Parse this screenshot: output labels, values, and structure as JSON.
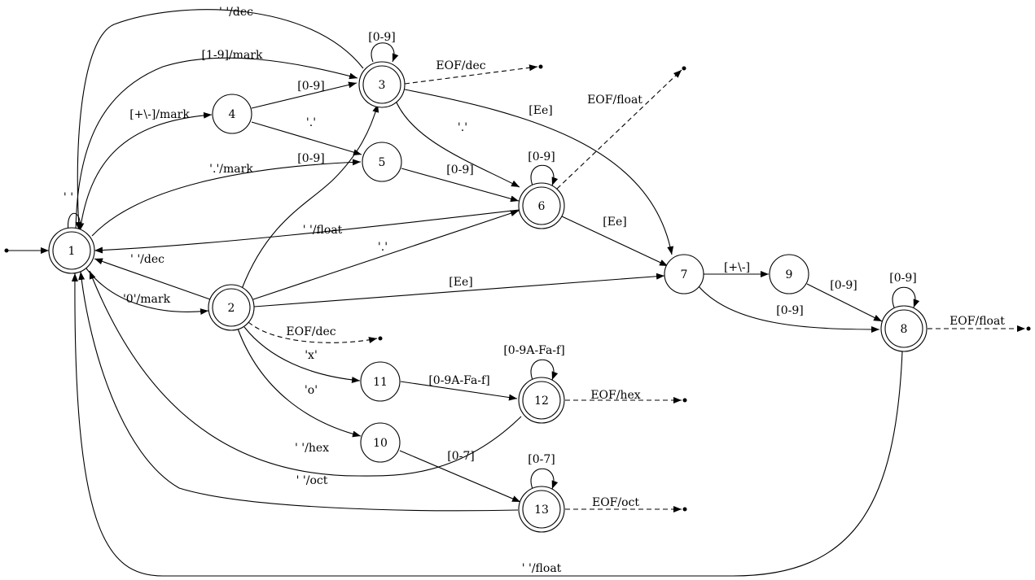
{
  "nodes": [
    {
      "id": "1",
      "label": "1",
      "accepting": true
    },
    {
      "id": "2",
      "label": "2",
      "accepting": true
    },
    {
      "id": "3",
      "label": "3",
      "accepting": true
    },
    {
      "id": "4",
      "label": "4",
      "accepting": false
    },
    {
      "id": "5",
      "label": "5",
      "accepting": false
    },
    {
      "id": "6",
      "label": "6",
      "accepting": true
    },
    {
      "id": "7",
      "label": "7",
      "accepting": false
    },
    {
      "id": "8",
      "label": "8",
      "accepting": true
    },
    {
      "id": "9",
      "label": "9",
      "accepting": false
    },
    {
      "id": "10",
      "label": "10",
      "accepting": false
    },
    {
      "id": "11",
      "label": "11",
      "accepting": false
    },
    {
      "id": "12",
      "label": "12",
      "accepting": true
    },
    {
      "id": "13",
      "label": "13",
      "accepting": true
    }
  ],
  "edges": [
    {
      "from": "1",
      "to": "1",
      "label": "' '"
    },
    {
      "from": "1",
      "to": "2",
      "label": "'0'/mark"
    },
    {
      "from": "1",
      "to": "3",
      "label": "[1-9]/mark"
    },
    {
      "from": "1",
      "to": "4",
      "label": "[+\\-]/mark"
    },
    {
      "from": "1",
      "to": "5",
      "label": "'.'/mark"
    },
    {
      "from": "2",
      "to": "1",
      "label": "' '/dec"
    },
    {
      "from": "2",
      "to": "3",
      "label": "[0-9]"
    },
    {
      "from": "2",
      "to": "6",
      "label": "'.'"
    },
    {
      "from": "2",
      "to": "7",
      "label": "[Ee]"
    },
    {
      "from": "2",
      "to": "11",
      "label": "'x'"
    },
    {
      "from": "2",
      "to": "10",
      "label": "'o'"
    },
    {
      "from": "2",
      "to": "end",
      "label": "EOF/dec"
    },
    {
      "from": "3",
      "to": "3",
      "label": "[0-9]"
    },
    {
      "from": "3",
      "to": "1",
      "label": "' '/dec"
    },
    {
      "from": "3",
      "to": "6",
      "label": "'.'"
    },
    {
      "from": "3",
      "to": "7",
      "label": "[Ee]"
    },
    {
      "from": "3",
      "to": "end",
      "label": "EOF/dec"
    },
    {
      "from": "4",
      "to": "3",
      "label": "[0-9]"
    },
    {
      "from": "4",
      "to": "5",
      "label": "'.'"
    },
    {
      "from": "5",
      "to": "6",
      "label": "[0-9]"
    },
    {
      "from": "6",
      "to": "6",
      "label": "[0-9]"
    },
    {
      "from": "6",
      "to": "1",
      "label": "' '/float"
    },
    {
      "from": "6",
      "to": "7",
      "label": "[Ee]"
    },
    {
      "from": "6",
      "to": "end",
      "label": "EOF/float"
    },
    {
      "from": "7",
      "to": "9",
      "label": "[+\\-]"
    },
    {
      "from": "7",
      "to": "8",
      "label": "[0-9]"
    },
    {
      "from": "9",
      "to": "8",
      "label": "[0-9]"
    },
    {
      "from": "8",
      "to": "8",
      "label": "[0-9]"
    },
    {
      "from": "8",
      "to": "1",
      "label": "' '/float"
    },
    {
      "from": "8",
      "to": "end",
      "label": "EOF/float"
    },
    {
      "from": "11",
      "to": "12",
      "label": "[0-9A-Fa-f]"
    },
    {
      "from": "12",
      "to": "12",
      "label": "[0-9A-Fa-f]"
    },
    {
      "from": "12",
      "to": "1",
      "label": "' '/hex"
    },
    {
      "from": "12",
      "to": "end",
      "label": "EOF/hex"
    },
    {
      "from": "10",
      "to": "13",
      "label": "[0-7]"
    },
    {
      "from": "13",
      "to": "13",
      "label": "[0-7]"
    },
    {
      "from": "13",
      "to": "1",
      "label": "' '/oct"
    },
    {
      "from": "13",
      "to": "end",
      "label": "EOF/oct"
    }
  ]
}
